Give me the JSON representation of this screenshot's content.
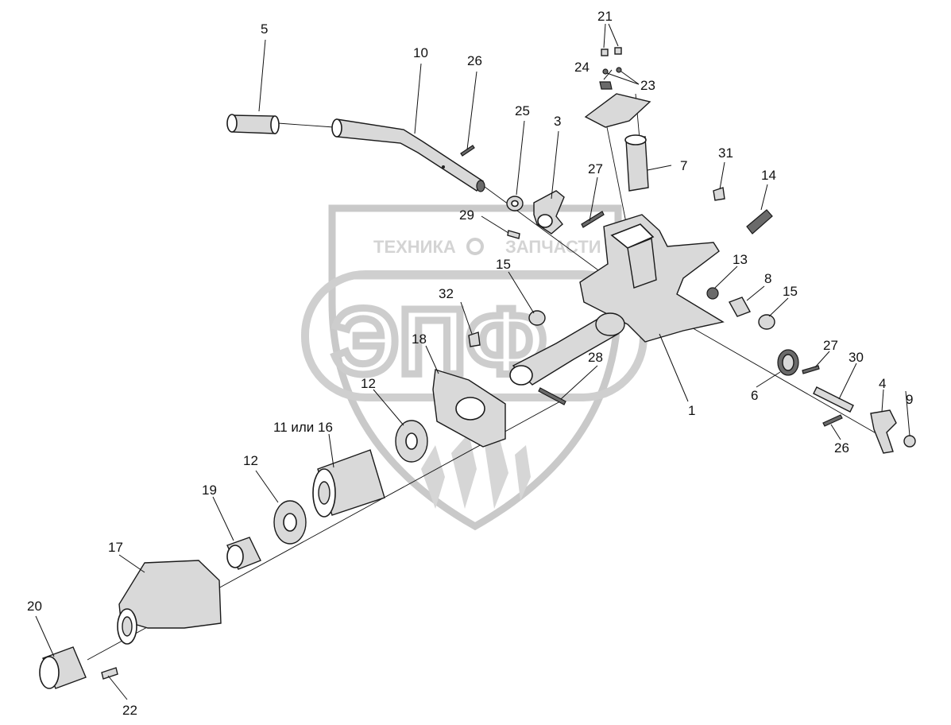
{
  "watermark": {
    "top_text_left": "ТЕХНИКА",
    "top_text_right": "ЗАПЧАСТИ",
    "big_text": "ЭПФ"
  },
  "callouts": {
    "c1": "1",
    "c3": "3",
    "c4": "4",
    "c5": "5",
    "c6": "6",
    "c7": "7",
    "c8": "8",
    "c9": "9",
    "c10": "10",
    "c11_16": "11 или 16",
    "c12a": "12",
    "c12b": "12",
    "c13": "13",
    "c14": "14",
    "c15a": "15",
    "c15b": "15",
    "c17": "17",
    "c18": "18",
    "c19": "19",
    "c20": "20",
    "c21": "21",
    "c22": "22",
    "c23": "23",
    "c24": "24",
    "c25": "25",
    "c26a": "26",
    "c26b": "26",
    "c27a": "27",
    "c27b": "27",
    "c28": "28",
    "c29": "29",
    "c30": "30",
    "c31": "31",
    "c32": "32"
  }
}
